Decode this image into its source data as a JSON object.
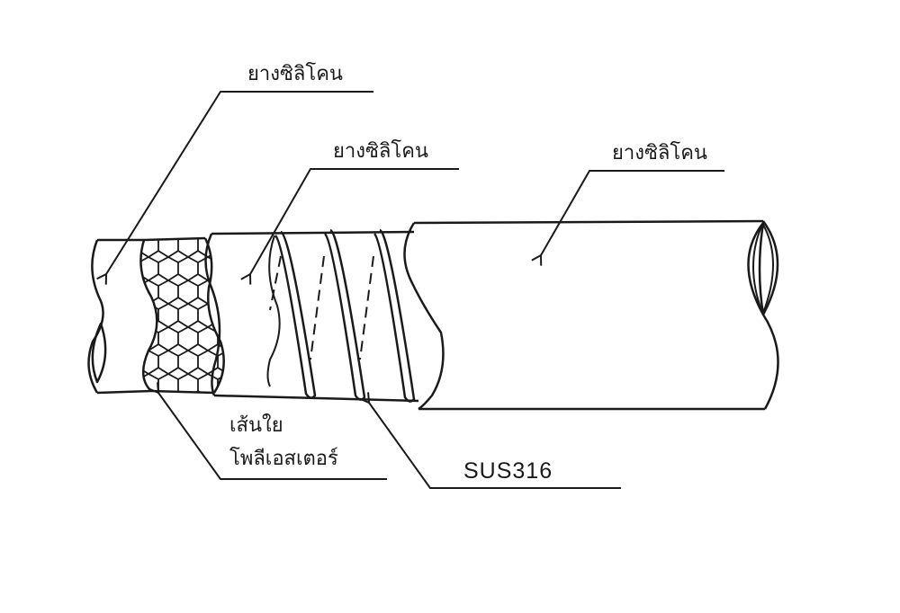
{
  "labels": {
    "outer_cover_left": "ยางซิลิโคน",
    "middle_layer": "ยางซิลิโคน",
    "outer_cover_right": "ยางซิลิโคน",
    "fiber_line1": "เส้นใย",
    "fiber_line2": "โพลีเอสเตอร์",
    "wire": "SUS316"
  },
  "colors": {
    "stroke": "#1a1a1a",
    "background": "#ffffff"
  }
}
